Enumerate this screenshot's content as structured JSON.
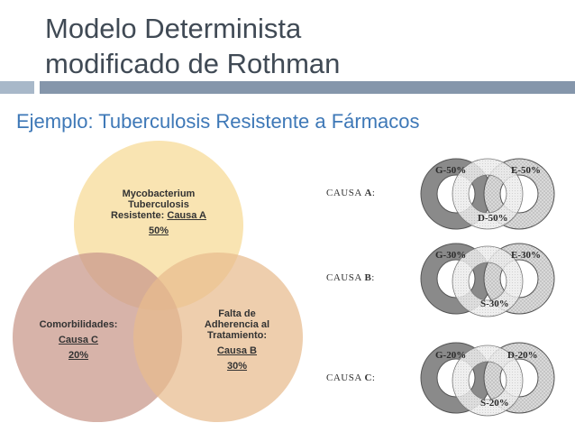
{
  "header": {
    "title_line1": "Modelo Determinista",
    "title_line2": "modificado de Rothman",
    "subtitle": "Ejemplo: Tuberculosis Resistente a Fármacos"
  },
  "venn": {
    "circles": [
      {
        "line1": "Mycobacterium",
        "line2": "Tuberculosis",
        "line3_prefix": "Resistente: ",
        "cause": "Causa A",
        "pct": "50%",
        "color": "#f7dc9c"
      },
      {
        "line1": "Comorbilidades:",
        "cause": "Causa C",
        "pct": "20%",
        "color": "#c99a8c"
      },
      {
        "line1": "Falta de",
        "line2": "Adherencia al",
        "line3": "Tratamiento:",
        "cause": "Causa B",
        "pct": "30%",
        "color": "#e7bb8d"
      }
    ]
  },
  "causes": [
    {
      "label_prefix": "CAUSA ",
      "letter": "A",
      "label_suffix": ":",
      "g": "G-50%",
      "right": "E-50%",
      "bottom": "D-50%"
    },
    {
      "label_prefix": "CAUSA ",
      "letter": "B",
      "label_suffix": ":",
      "g": "G-30%",
      "right": "E-30%",
      "bottom": "S-30%"
    },
    {
      "label_prefix": "CAUSA ",
      "letter": "C",
      "label_suffix": ":",
      "g": "G-20%",
      "right": "D-20%",
      "bottom": "S-20%"
    }
  ]
}
